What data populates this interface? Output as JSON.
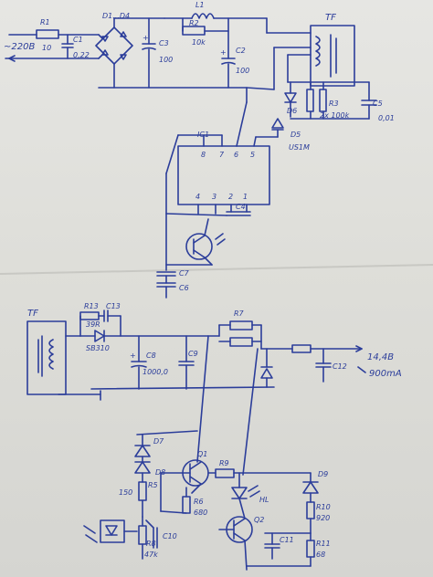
{
  "top": {
    "mains": "~220B",
    "r1": {
      "name": "R1",
      "value": "10"
    },
    "c1": {
      "name": "C1",
      "value": "0,22"
    },
    "bridge": "D1...D4",
    "c3": {
      "name": "C3",
      "value": "100"
    },
    "l1": "L1",
    "r2": {
      "name": "R2",
      "value": "10k"
    },
    "c2": {
      "name": "C2",
      "value": "100"
    },
    "tf": "TF",
    "d6": "D6",
    "r3": {
      "name": "R3",
      "value": "2x 100k"
    },
    "c5": {
      "name": "C5",
      "value": "0,01"
    },
    "d5": {
      "name": "D5",
      "value": "US1M"
    },
    "ic1": "IC1",
    "ic1_pins_top": [
      "8",
      "7",
      "6",
      "5"
    ],
    "ic1_pins_bottom": [
      "4",
      "3",
      "2",
      "1"
    ],
    "c4": "C4",
    "c7": "C7",
    "c6": "C6"
  },
  "bottom": {
    "tf": "TF",
    "r13": {
      "name": "R13",
      "value": "39R"
    },
    "c13": "C13",
    "diode": "SB310",
    "c8": {
      "name": "C8",
      "value": "1000,0"
    },
    "c9": "C9",
    "r7": "R7",
    "c12": "C12",
    "output": {
      "voltage": "14,4B",
      "current": "900mA"
    },
    "d7": "D7",
    "d8": "D8",
    "r5": {
      "name": "R5",
      "value": "150"
    },
    "q1": "Q1",
    "r9": "R9",
    "r6": {
      "name": "R6",
      "value": "680"
    },
    "hl": "HL",
    "d9": "D9",
    "r10": {
      "name": "R10",
      "value": "920"
    },
    "q2": "Q2",
    "c11": "C11",
    "r11": {
      "name": "R11",
      "value": "68"
    },
    "r8": {
      "name": "R8",
      "value": "47k"
    },
    "c10": "C10"
  }
}
